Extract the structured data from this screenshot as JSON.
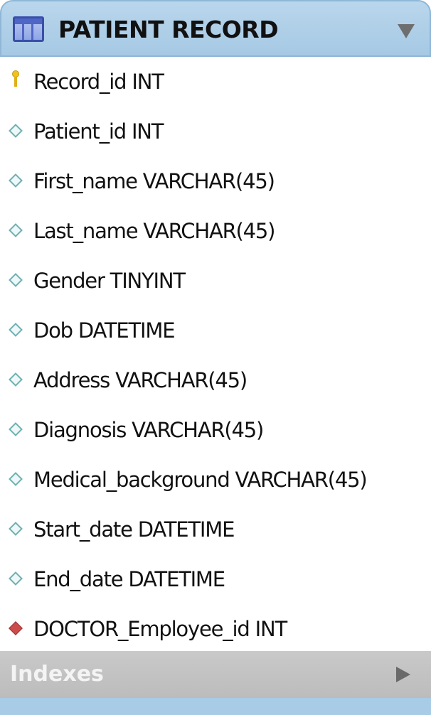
{
  "table": {
    "title": "PATIENT RECORD",
    "columns": [
      {
        "label": "Record_id INT",
        "icon": "primary-key-icon"
      },
      {
        "label": "Patient_id INT",
        "icon": "column-diamond-icon"
      },
      {
        "label": "First_name VARCHAR(45)",
        "icon": "column-diamond-icon"
      },
      {
        "label": "Last_name VARCHAR(45)",
        "icon": "column-diamond-icon"
      },
      {
        "label": "Gender TINYINT",
        "icon": "column-diamond-icon"
      },
      {
        "label": "Dob DATETIME",
        "icon": "column-diamond-icon"
      },
      {
        "label": "Address VARCHAR(45)",
        "icon": "column-diamond-icon"
      },
      {
        "label": "Diagnosis VARCHAR(45)",
        "icon": "column-diamond-icon"
      },
      {
        "label": "Medical_background VARCHAR(45)",
        "icon": "column-diamond-icon"
      },
      {
        "label": "Start_date DATETIME",
        "icon": "column-diamond-icon"
      },
      {
        "label": "End_date DATETIME",
        "icon": "column-diamond-icon"
      },
      {
        "label": "DOCTOR_Employee_id INT",
        "icon": "foreign-key-icon"
      }
    ],
    "indexes_label": "Indexes"
  },
  "colors": {
    "header": "#a6c9e4",
    "indexes_bar": "#c2c2c2",
    "foreign_key": "#cc4b4b",
    "primary_key": "#f2c21b",
    "attribute_diamond": "#6fb0b2"
  }
}
